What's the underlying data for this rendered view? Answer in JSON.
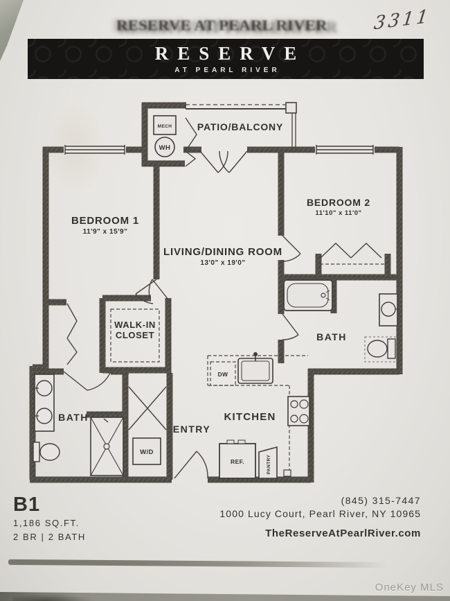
{
  "header": {
    "ghost_text": "RESERVE AT PEARL RIVER",
    "handwritten_number": "3311",
    "title": "RESERVE",
    "subtitle": "AT PEARL RIVER"
  },
  "plan": {
    "rooms": {
      "patio": "PATIO/BALCONY",
      "bedroom1": "BEDROOM 1",
      "bedroom1_dims": "11'9\" x 15'9\"",
      "bedroom2": "BEDROOM 2",
      "bedroom2_dims": "11'10\" x 11'0\"",
      "living": "LIVING/DINING ROOM",
      "living_dims": "13'0\" x 19'0\"",
      "walk_in_closet_line1": "WALK-IN",
      "walk_in_closet_line2": "CLOSET",
      "bath_right": "BATH",
      "bath_left": "BATH",
      "entry": "ENTRY",
      "kitchen": "KITCHEN"
    },
    "fixtures": {
      "mech": "MECH",
      "water_heater": "WH",
      "washer_dryer": "W/D",
      "dishwasher": "DW",
      "refrigerator": "REF.",
      "pantry": "PANTRY"
    }
  },
  "footer": {
    "unit": "B1",
    "sqft": "1,186 SQ.FT.",
    "config": "2 BR | 2 BATH",
    "phone": "(845) 315-7447",
    "address": "1000 Lucy Court, Pearl River, NY 10965",
    "website": "TheReserveAtPearlRiver.com"
  },
  "watermark": "OneKey MLS",
  "colors": {
    "banner": "#161514",
    "wall": "#56524c",
    "ink": "#33312d",
    "paper": "#e7e5e1"
  }
}
